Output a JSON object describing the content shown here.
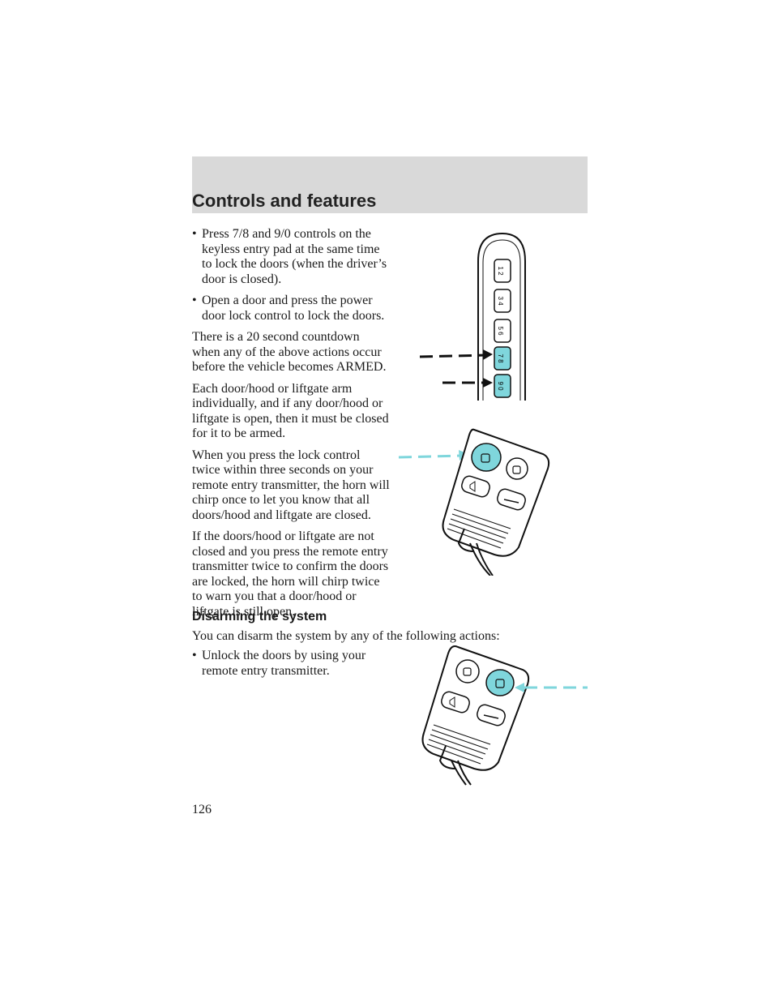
{
  "header": {
    "title": "Controls and features"
  },
  "bullets_top": [
    "Press 7/8 and 9/0 controls on the keyless entry pad at the same time to lock the doors (when the driver’s door is closed).",
    "Open a door and press the power door lock control to lock the doors."
  ],
  "bullet_char": "•",
  "paragraphs": [
    "There is a 20 second countdown when any of the above actions occur before the vehicle becomes ARMED.",
    "Each door/hood or liftgate arm individually, and if any door/hood or liftgate is open, then it must be closed for it to be armed.",
    "When you press the lock control twice within three seconds on your remote entry transmitter, the horn will chirp once to let you know that all doors/hood and liftgate are closed.",
    "If the doors/hood or liftgate are not closed and you press the remote entry transmitter twice to confirm the doors are locked, the horn will chirp twice to warn you that a door/hood or liftgate is still open."
  ],
  "section": {
    "heading": "Disarming the system",
    "intro": "You can disarm the system by any of the following actions:",
    "bullets": [
      "Unlock the doors by using your remote entry transmitter."
    ]
  },
  "keypad_labels": [
    "1 2",
    "3 4",
    "5 6",
    "7 8",
    "9 0"
  ],
  "page_number": "126",
  "colors": {
    "highlight": "#7fd6dc",
    "header_bg": "#d9d9d9"
  }
}
